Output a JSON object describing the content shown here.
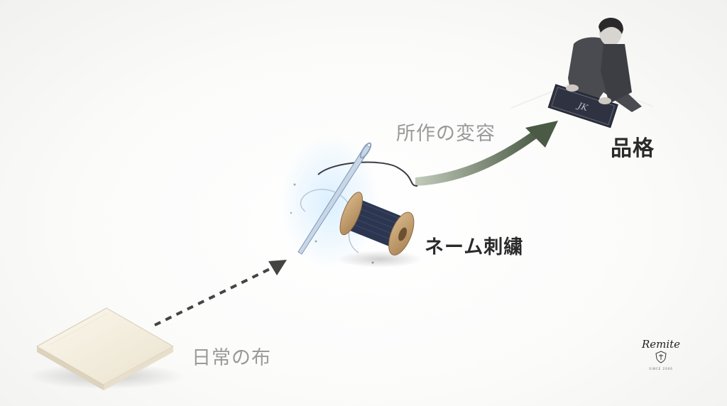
{
  "labels": {
    "everyday_cloth": "日常の布",
    "behavior_change": "所作の変容",
    "name_embroidery": "ネーム刺繍",
    "dignity": "品格"
  },
  "book_monogram": "JK",
  "logo": {
    "wordmark": "Remite",
    "since": "SINCE 2006"
  },
  "colors": {
    "curve_arrow_start": "#b5bfac",
    "curve_arrow_end": "#4a5a44",
    "dashed_arrow": "#444444",
    "needle_glow": "#9fd4ff",
    "thread": "#2c3650"
  }
}
